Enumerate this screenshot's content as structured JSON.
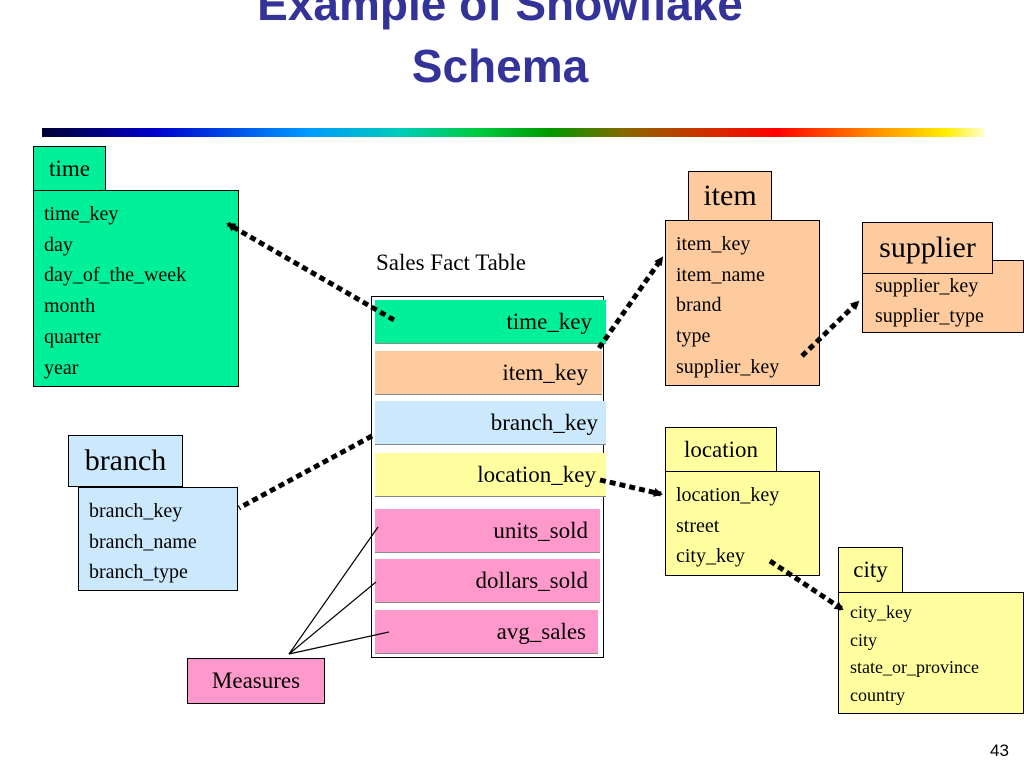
{
  "slide": {
    "title_line1": "Example of Snowflake",
    "title_line2": "Schema",
    "page_number": "43"
  },
  "fact_table": {
    "title": "Sales Fact Table",
    "rows": [
      "time_key",
      "item_key",
      "branch_key",
      "location_key",
      "units_sold",
      "dollars_sold",
      "avg_sales"
    ]
  },
  "dimensions": {
    "time": {
      "label": "time",
      "attributes": [
        "time_key",
        "day",
        "day_of_the_week",
        "month",
        "quarter",
        "year"
      ]
    },
    "item": {
      "label": "item",
      "attributes": [
        "item_key",
        "item_name",
        "brand",
        "type",
        "supplier_key"
      ]
    },
    "supplier": {
      "label": "supplier",
      "attributes": [
        "supplier_key",
        "supplier_type"
      ]
    },
    "branch": {
      "label": "branch",
      "attributes": [
        "branch_key",
        "branch_name",
        "branch_type"
      ]
    },
    "location": {
      "label": "location",
      "attributes": [
        "location_key",
        "street",
        "city_key"
      ]
    },
    "city": {
      "label": "city",
      "attributes": [
        "city_key",
        "city",
        "state_or_province",
        "country"
      ]
    }
  },
  "measures_label": "Measures",
  "colors": {
    "title": "#33339a",
    "time": "#00f09a",
    "item": "#fdcb9d",
    "branch": "#cce8fc",
    "location": "#ffffa0",
    "measures": "#ff99cc"
  }
}
